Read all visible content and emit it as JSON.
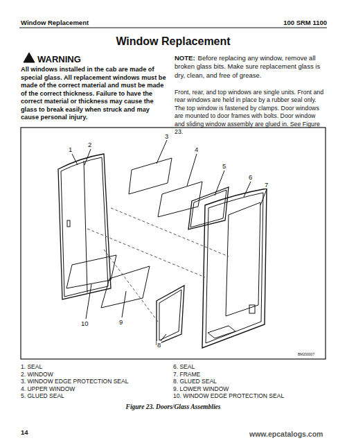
{
  "diagram": {
    "title": "Window Replacement",
    "caption": "Figure 23. Doors/Glass Assemblies",
    "labels": [
      "Window Replacement",
      "100 SRM 1100",
      "WARNING",
      "All windows installed in the cab are made of special glass. All replacement windows must be made of the correct material and must be made of the correct thickness. Failure to have the correct material or thickness may cause the glass to break easily when struck and may cause personal injury.",
      "NOTE:",
      "Before replacing any window, remove all broken glass bits. Make sure replacement glass is dry, clean, and free of grease.",
      "Front, rear, and top windows are single units. Front and rear windows are held in place by a rubber seal only. The top window is fastened by clamps. Door windows are mounted to door frames with bolts. Door window and sliding window assembly are glued in. See Figure 23.",
      "1",
      "2",
      "3",
      "4",
      "5",
      "6",
      "7",
      "8",
      "9",
      "10",
      "BM200007",
      "1. SEAL",
      "2. WINDOW",
      "3. WINDOW EDGE PROTECTION SEAL",
      "4. UPPER WINDOW",
      "5. GLUED SEAL",
      "6. SEAL",
      "7. FRAME",
      "8. GLUED SEAL",
      "9. LOWER WINDOW",
      "10. WINDOW EDGE PROTECTION SEAL",
      "14",
      "www.epcatalogs.com"
    ]
  }
}
